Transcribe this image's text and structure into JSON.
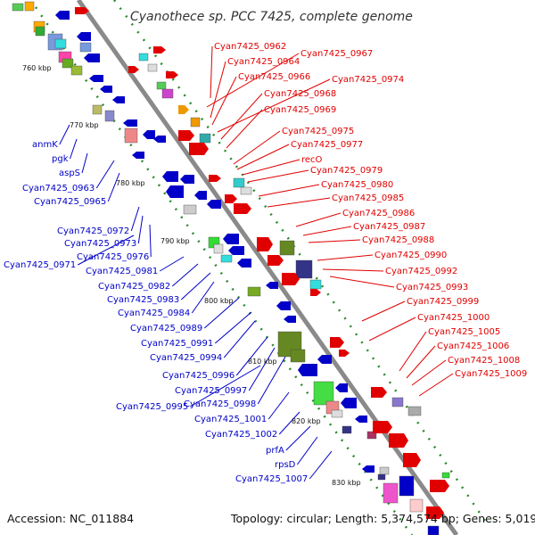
{
  "header": {
    "title": "Cyanothece sp. PCC 7425, complete genome"
  },
  "footer": {
    "accession": "Accession: NC_011884",
    "summary": "Topology: circular; Length: 5,374,574 bp; Genes: 5,019"
  },
  "colors": {
    "forward": "#e00000",
    "reverse": "#0000c8",
    "backbone": "#8a8a8a",
    "ticks": "#2a8a2a"
  },
  "kbp_labels": [
    "760 kbp",
    "770 kbp",
    "780 kbp",
    "790 kbp",
    "800 kbp",
    "810 kbp",
    "820 kbp",
    "830 kbp"
  ],
  "forward_genes": [
    "Cyan7425_0962",
    "Cyan7425_0967",
    "Cyan7425_0964",
    "Cyan7425_0966",
    "Cyan7425_0974",
    "Cyan7425_0968",
    "Cyan7425_0969",
    "Cyan7425_0975",
    "Cyan7425_0977",
    "recO",
    "Cyan7425_0979",
    "Cyan7425_0980",
    "Cyan7425_0985",
    "Cyan7425_0986",
    "Cyan7425_0987",
    "Cyan7425_0988",
    "Cyan7425_0990",
    "Cyan7425_0992",
    "Cyan7425_0993",
    "Cyan7425_0999",
    "Cyan7425_1000",
    "Cyan7425_1005",
    "Cyan7425_1006",
    "Cyan7425_1008",
    "Cyan7425_1009"
  ],
  "reverse_genes": [
    "anmK",
    "pgk",
    "aspS",
    "Cyan7425_0963",
    "Cyan7425_0965",
    "Cyan7425_0972",
    "Cyan7425_0973",
    "Cyan7425_0976",
    "Cyan7425_0971",
    "Cyan7425_0981",
    "Cyan7425_0982",
    "Cyan7425_0983",
    "Cyan7425_0984",
    "Cyan7425_0989",
    "Cyan7425_0991",
    "Cyan7425_0994",
    "Cyan7425_0996",
    "Cyan7425_0997",
    "Cyan7425_0998",
    "Cyan7425_0995",
    "Cyan7425_1001",
    "Cyan7425_1002",
    "prfA",
    "rpsD",
    "Cyan7425_1007"
  ]
}
